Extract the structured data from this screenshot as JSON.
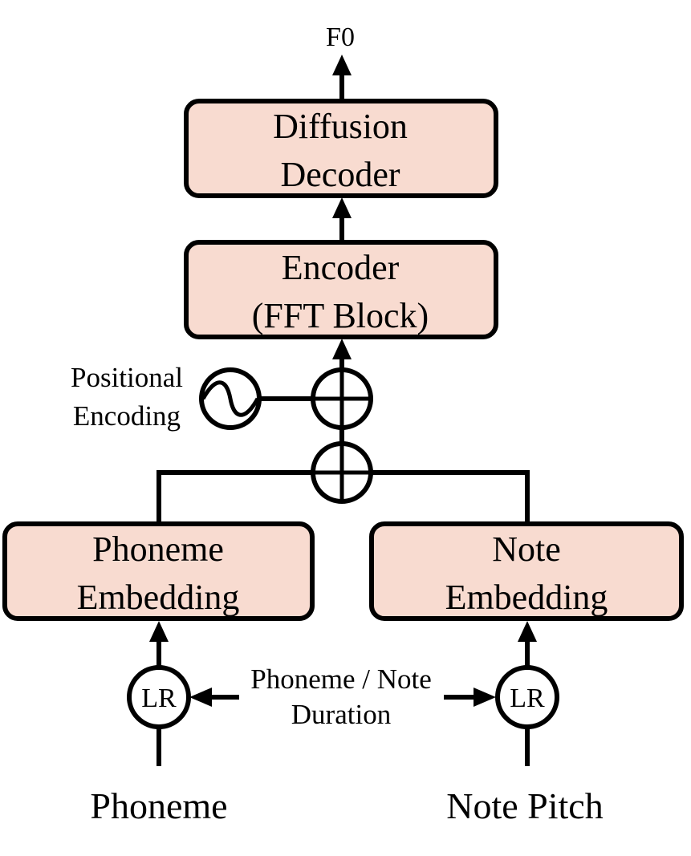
{
  "diagram": {
    "colors": {
      "box_fill": "#f8dbd0",
      "stroke": "#000000"
    },
    "output_label": "F0",
    "diffusion_decoder": {
      "line1": "Diffusion",
      "line2": "Decoder"
    },
    "encoder": {
      "line1": "Encoder",
      "line2": "(FFT Block)"
    },
    "positional_encoding": {
      "line1": "Positional",
      "line2": "Encoding"
    },
    "phoneme_embedding": {
      "line1": "Phoneme",
      "line2": "Embedding"
    },
    "note_embedding": {
      "line1": "Note",
      "line2": "Embedding"
    },
    "length_regulator_left": "LR",
    "length_regulator_right": "LR",
    "duration_label": {
      "line1": "Phoneme / Note",
      "line2": "Duration"
    },
    "input_left": "Phoneme",
    "input_right": "Note Pitch"
  }
}
